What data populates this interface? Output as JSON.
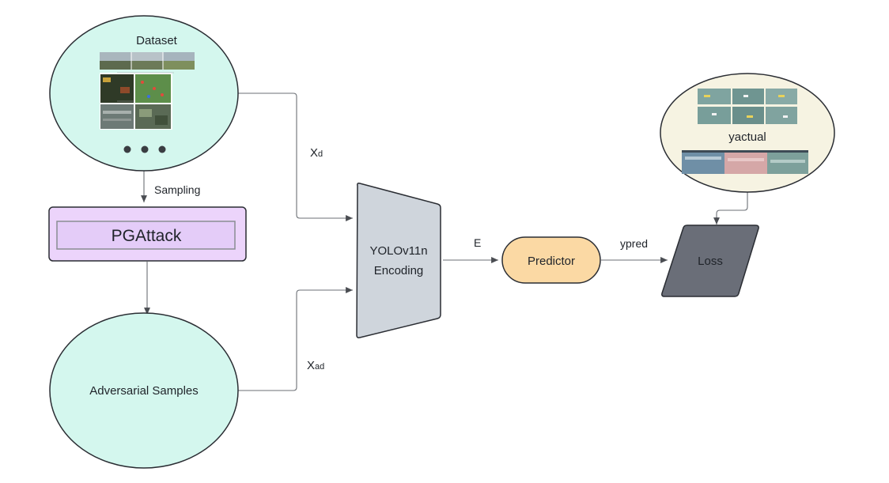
{
  "nodes": {
    "dataset": {
      "label": "Dataset"
    },
    "pgattack": {
      "label": "PGAttack"
    },
    "adversarial": {
      "label": "Adversarial Samples"
    },
    "encoder": {
      "line1": "YOLOv11n",
      "line2": "Encoding"
    },
    "predictor": {
      "label": "Predictor"
    },
    "loss": {
      "label": "Loss"
    },
    "yactual": {
      "label": "yactual"
    }
  },
  "edges": {
    "sampling": "Sampling",
    "xd_main": "X",
    "xd_sub": "d",
    "xad_main": "X",
    "xad_sub": "ad",
    "e": "E",
    "ypred": "ypred"
  },
  "colors": {
    "cyan_fill": "#d4f7ee",
    "purple_fill": "#ecd4fb",
    "purple_inner": "#e4ccf8",
    "encoder_fill": "#cfd5dc",
    "predictor_fill": "#fbd9a4",
    "loss_fill": "#6a6e78",
    "cream_fill": "#f6f3e2",
    "stroke": "#2a2d33",
    "edge": "#6b6f75"
  }
}
